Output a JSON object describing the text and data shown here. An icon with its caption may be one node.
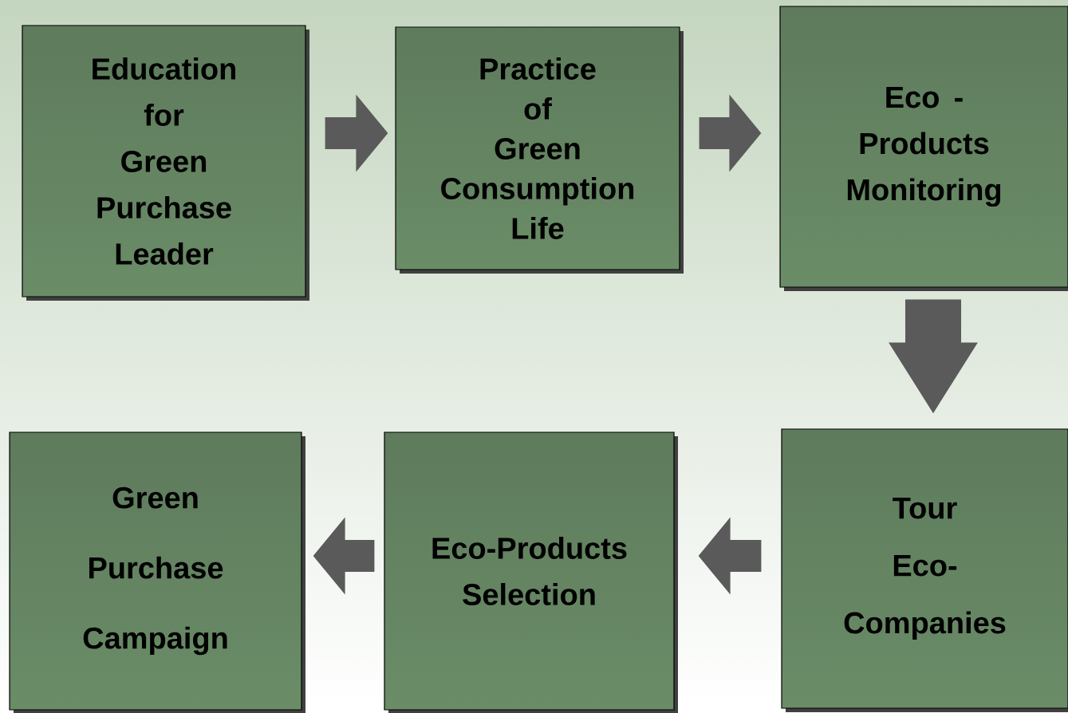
{
  "diagram": {
    "nodes": [
      {
        "text": [
          "Education for Green Purchase Leader"
        ]
      },
      {
        "text": [
          "Practice of Green Consumption Life"
        ]
      },
      {
        "text": [
          "Eco - Products Monitoring"
        ]
      },
      {
        "text": [
          "Tour Eco- Companies"
        ]
      },
      {
        "text": [
          "Eco-Products Selection"
        ]
      },
      {
        "text": [
          "Green Purchase Campaign"
        ]
      }
    ],
    "edges": [
      {
        "from": 0,
        "to": 1,
        "arrow": "to"
      },
      {
        "from": 1,
        "to": 2,
        "arrow": "to"
      },
      {
        "from": 2,
        "to": 3,
        "arrow": "to"
      },
      {
        "from": 3,
        "to": 4,
        "arrow": "to"
      },
      {
        "from": 4,
        "to": 5,
        "arrow": "to"
      }
    ]
  }
}
